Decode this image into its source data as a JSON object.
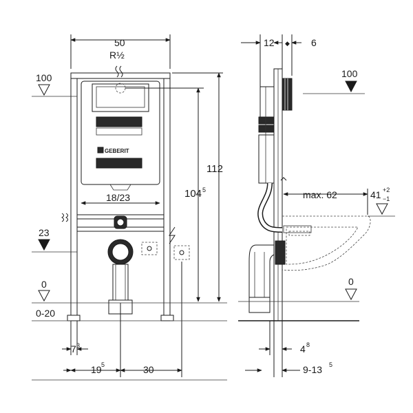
{
  "front_view": {
    "width": "50",
    "thread": "R½",
    "brand": "GEBERIT",
    "height_total": "112",
    "height_inner_main": "104",
    "height_inner_sup": "5",
    "flush_spacing": "18/23",
    "left_offset_main": "7",
    "left_offset_sup": "3",
    "drain_offset_main": "19",
    "drain_offset_sup": "5",
    "drain_to_supply": "30"
  },
  "side_view": {
    "depth_a": "12",
    "depth_b": "6",
    "max_projection": "max. 62",
    "bowl_height_main": "41",
    "bowl_height_tol_plus": "+2",
    "bowl_height_tol_minus": "−1",
    "bottom_a_main": "4",
    "bottom_a_sup": "8",
    "bottom_b_main": "9-13",
    "bottom_b_sup": "5"
  },
  "levels": {
    "top_left": "100",
    "top_right": "100",
    "supply": "23",
    "floor_left": "0",
    "floor_right": "0",
    "floor_range": "0-20"
  }
}
